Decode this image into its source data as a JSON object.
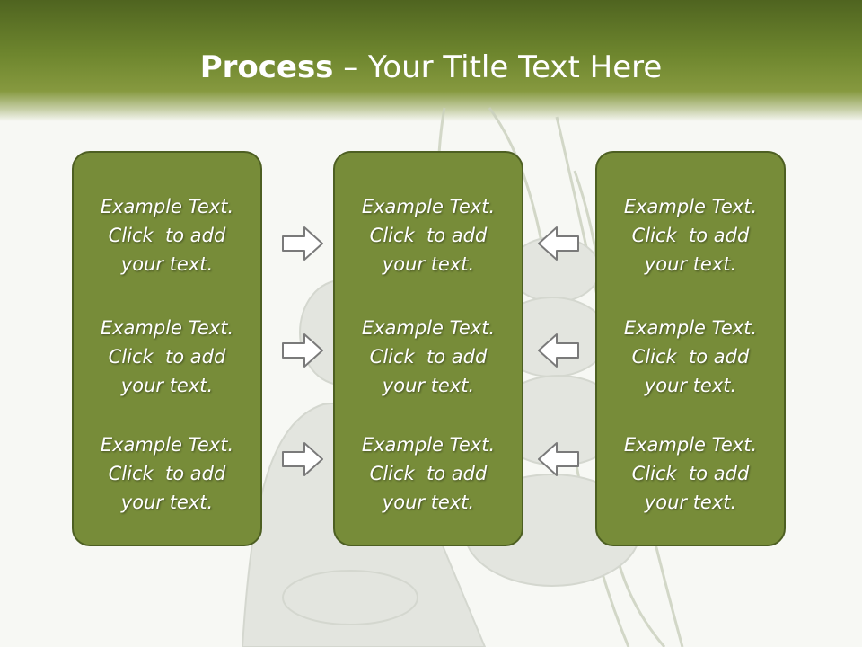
{
  "title": {
    "bold": "Process",
    "rest": " – Your Title Text Here"
  },
  "panels": [
    {
      "items": [
        {
          "lines": [
            "Example Text.",
            "Click  to add",
            "your text."
          ]
        },
        {
          "lines": [
            "Example Text.",
            "Click  to add",
            "your text."
          ]
        },
        {
          "lines": [
            "Example Text.",
            "Click  to add",
            "your text."
          ]
        }
      ]
    },
    {
      "items": [
        {
          "lines": [
            "Example Text.",
            "Click  to add",
            "your text."
          ]
        },
        {
          "lines": [
            "Example Text.",
            "Click  to add",
            "your text."
          ]
        },
        {
          "lines": [
            "Example Text.",
            "Click  to add",
            "your text."
          ]
        }
      ]
    },
    {
      "items": [
        {
          "lines": [
            "Example Text.",
            "Click  to add",
            "your text."
          ]
        },
        {
          "lines": [
            "Example Text.",
            "Click  to add",
            "your text."
          ]
        },
        {
          "lines": [
            "Example Text.",
            "Click  to add",
            "your text."
          ]
        }
      ]
    }
  ],
  "arrows": {
    "left_column": "arrow-right-icon",
    "right_column": "arrow-left-icon"
  },
  "colors": {
    "header": "#6e862e",
    "panel_fill": "#778c39",
    "panel_border": "#4d5f22",
    "arrow_fill": "#ffffff",
    "arrow_stroke": "#7a7a7a"
  }
}
